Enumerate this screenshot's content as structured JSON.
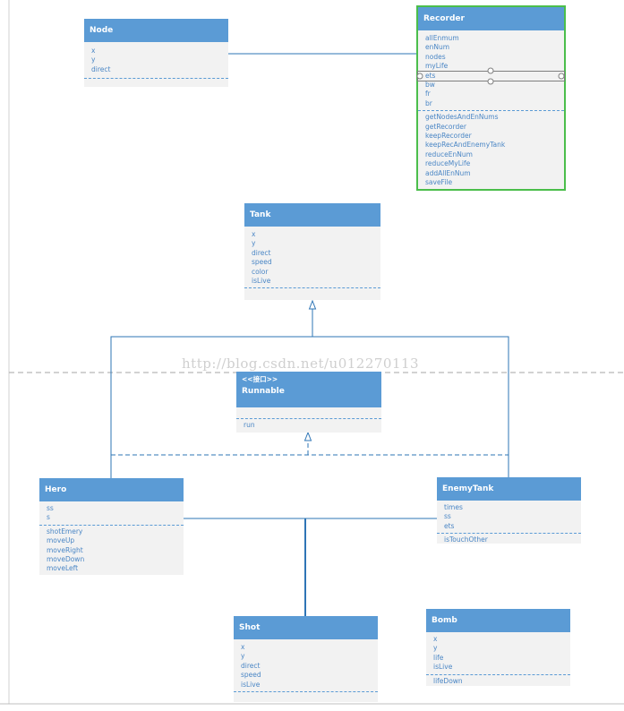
{
  "classes": {
    "node": {
      "name": "Node",
      "attrs": [
        "x",
        "y",
        "direct"
      ]
    },
    "recorder": {
      "name": "Recorder",
      "attrs": [
        "allEnmum",
        "enNum",
        "nodes",
        "myLife",
        "ets",
        "bw",
        "fr",
        "br"
      ],
      "methods": [
        "getNodesAndEnNums",
        "getRecorder",
        "keepRecorder",
        "keepRecAndEnemyTank",
        "reduceEnNum",
        "reduceMyLife",
        "addAllEnNum",
        "saveFile"
      ]
    },
    "tank": {
      "name": "Tank",
      "attrs": [
        "x",
        "y",
        "direct",
        "speed",
        "color",
        "isLive"
      ]
    },
    "runnable": {
      "stereotype": "<<接口>>",
      "name": "Runnable",
      "methods": [
        "run"
      ]
    },
    "hero": {
      "name": "Hero",
      "attrs": [
        "ss",
        "s"
      ],
      "methods": [
        "shotEmery",
        "moveUp",
        "moveRight",
        "moveDown",
        "moveLeft"
      ]
    },
    "enemytank": {
      "name": "EnemyTank",
      "attrs": [
        "times",
        "ss",
        "ets"
      ],
      "methods": [
        "isTouchOther"
      ]
    },
    "shot": {
      "name": "Shot",
      "attrs": [
        "x",
        "y",
        "direct",
        "speed",
        "isLive"
      ]
    },
    "bomb": {
      "name": "Bomb",
      "attrs": [
        "x",
        "y",
        "life",
        "isLive"
      ],
      "methods": [
        "lifeDown"
      ]
    }
  },
  "watermark": "http://blog.csdn.net/u012270113",
  "colors": {
    "header": "#5b9bd5",
    "body": "#f2f2f2",
    "member_text": "#4a86c5",
    "selection": "#4bbe4b",
    "line": "#2e75b6"
  }
}
